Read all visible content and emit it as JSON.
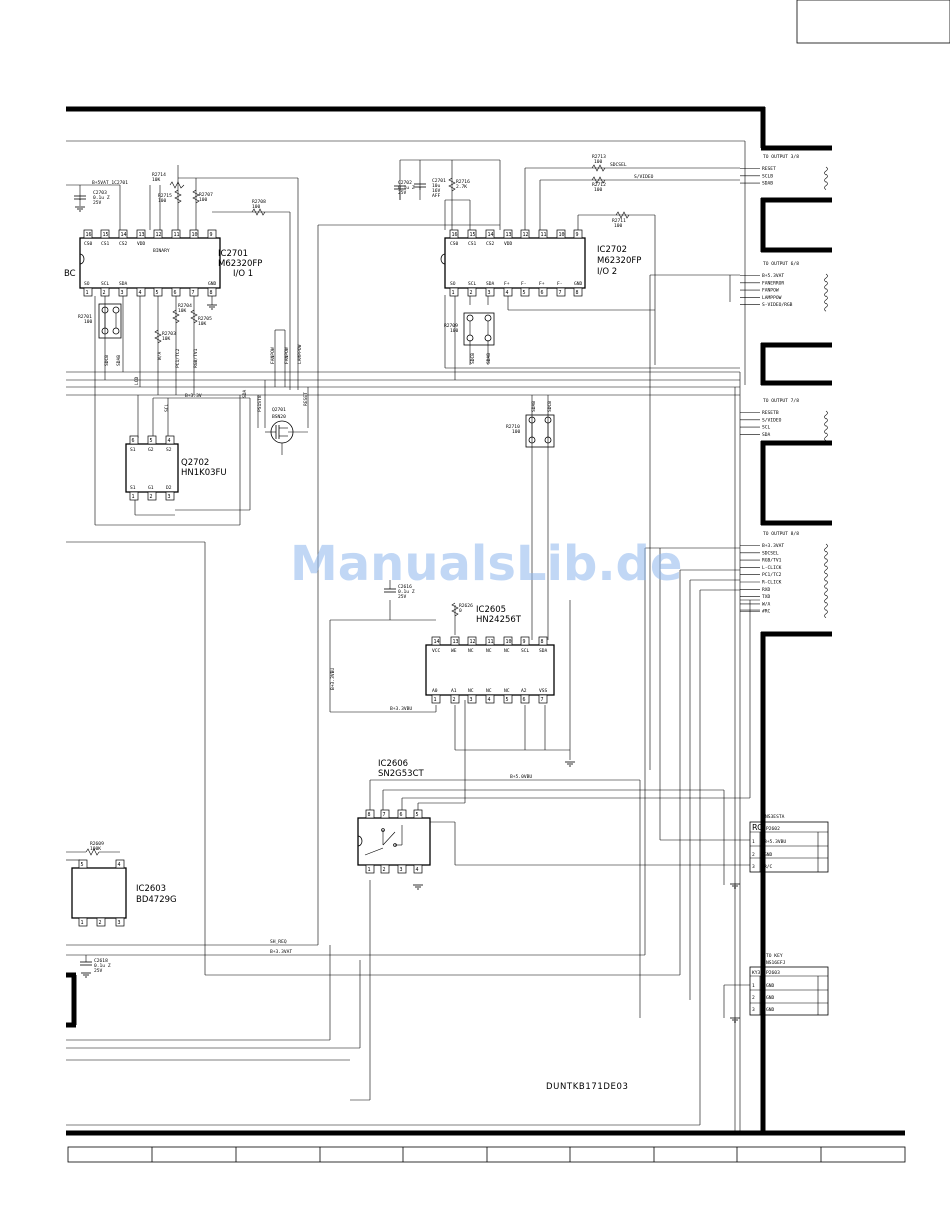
{
  "watermark": "ManualsLib.de",
  "drawing_code": "DUNTKB171DE03",
  "ics": [
    {
      "ref": "IC2701",
      "part": "M62320FP",
      "func": "I/O 1",
      "name_pin": "BINARY",
      "top_pins": [
        "CS0",
        "CS1",
        "CS2",
        "VDD",
        "",
        "",
        "",
        ""
      ],
      "bot_pins": [
        "SO",
        "SCL",
        "SDA",
        "",
        "",
        "",
        "",
        "GND"
      ],
      "top_nums": [
        "16",
        "15",
        "14",
        "13",
        "12",
        "11",
        "10",
        "9"
      ],
      "bot_nums": [
        "1",
        "2",
        "3",
        "4",
        "5",
        "6",
        "7",
        "8"
      ]
    },
    {
      "ref": "IC2702",
      "part": "M62320FP",
      "func": "I/O 2",
      "top_pins": [
        "CS0",
        "CS1",
        "CS2",
        "VDD",
        "",
        "",
        "",
        ""
      ],
      "bot_pins": [
        "SO",
        "SCL",
        "SDA",
        "F+",
        "F-",
        "F+",
        "F-",
        "GND"
      ],
      "top_nums": [
        "16",
        "15",
        "14",
        "13",
        "12",
        "11",
        "10",
        "9"
      ],
      "bot_nums": [
        "1",
        "2",
        "3",
        "4",
        "5",
        "6",
        "7",
        "8"
      ]
    },
    {
      "ref": "IC2605",
      "part": "HN24256T",
      "top_pins": [
        "VCC",
        "WE",
        "NC",
        "NC",
        "NC",
        "SCL",
        "SDA"
      ],
      "bot_pins": [
        "A0",
        "A1",
        "NC",
        "NC",
        "NC",
        "A2",
        "VSS"
      ],
      "top_nums": [
        "14",
        "13",
        "12",
        "11",
        "10",
        "9",
        "8"
      ],
      "bot_nums": [
        "1",
        "2",
        "3",
        "4",
        "5",
        "6",
        "7"
      ]
    },
    {
      "ref": "IC2606",
      "part": "SN2G53CT",
      "top_nums": [
        "8",
        "7",
        "6",
        "5"
      ],
      "bot_nums": [
        "1",
        "2",
        "3",
        "4"
      ]
    },
    {
      "ref": "IC2603",
      "part": "BD4729G",
      "top_nums": [
        "5",
        "",
        "4"
      ],
      "bot_nums": [
        "1",
        "2",
        "3"
      ]
    },
    {
      "ref": "Q2702",
      "part": "HN1K03FU",
      "top_pins": [
        "S1",
        "G2",
        "S2"
      ],
      "bot_pins": [
        "S1",
        "G1",
        "D2"
      ],
      "top_nums": [
        "6",
        "5",
        "4"
      ],
      "bot_nums": [
        "1",
        "2",
        "3"
      ]
    },
    {
      "ref": "Q2701",
      "part": "BSN20"
    }
  ],
  "components": {
    "c2703": [
      "C2703",
      "0.1u Z",
      "25V"
    ],
    "c2702": [
      "C2702",
      "0.1u Z",
      "25V"
    ],
    "c2701": [
      "C2701",
      "10u",
      "16V",
      "AFF"
    ],
    "c2616": [
      "C2616",
      "0.1u Z",
      "25V"
    ],
    "c2618": [
      "C2618",
      "0.1u Z",
      "25V"
    ],
    "r2714": [
      "R2714",
      "10K"
    ],
    "r2715": [
      "R2715",
      "100"
    ],
    "r2707": [
      "R2707",
      "100"
    ],
    "r2708": [
      "R2708",
      "100"
    ],
    "r2701": [
      "R2701",
      "100"
    ],
    "r2703": [
      "R2703",
      "10K"
    ],
    "r2704": [
      "R2704",
      "10K"
    ],
    "r2705": [
      "R2705",
      "10K"
    ],
    "r2713": [
      "R2713",
      "100"
    ],
    "r2712": [
      "R2712",
      "100"
    ],
    "r2711": [
      "R2711",
      "100"
    ],
    "r2716": [
      "R2716",
      "2.7K"
    ],
    "r2709": [
      "R2709",
      "100"
    ],
    "r2710": [
      "R2710",
      "100"
    ],
    "r2626": [
      "R2626",
      "0"
    ],
    "r2609": [
      "R2609",
      "100K"
    ]
  },
  "nets": {
    "b5vat": "B+5VAT_1C2701",
    "b33v": "B+3.3V",
    "b33vbu": "B+3.3VBU",
    "b50vbu": "B+5.0VBU",
    "b33vat": "B+3.3VAT",
    "sh_req": "SH_REQ",
    "sdcsel": "SDCSEL",
    "svideo": "S/VIDEO"
  },
  "vert_labels": {
    "sdcb": "SDCB",
    "sdab": "SDAB",
    "lcd": "LCD",
    "sda": "SDA",
    "scl": "SCL",
    "wa": "W/A",
    "pcltc2": "PC1/TC2",
    "rgbtv1": "RGB/TV1",
    "fanpow": "FANPOW",
    "fanpow2": "FANPOW",
    "lamppow": "LAMPPOW",
    "psteta": "PS1ST8",
    "reset": "RESET",
    "sdcb2": "SDCB",
    "sdab2": "SDAB",
    "sdab3": "SDAB",
    "sdcb3": "SDCB",
    "b33vbu_v": "B+3.3VBU"
  },
  "outputs": [
    {
      "title": "TO OUTPUT 3/8",
      "signals": [
        "RESET",
        "SCLB",
        "SDAB"
      ]
    },
    {
      "title": "TO OUTPUT 6/8",
      "signals": [
        "B+5.3VAT",
        "FANERROR",
        "FANPOW",
        "LAMPPOW",
        "S-VIDEO/RGB"
      ]
    },
    {
      "title": "TO OUTPUT 7/8",
      "signals": [
        "RESETB",
        "S/VIDEO",
        "SCL",
        "SDA"
      ]
    },
    {
      "title": "TO OUTPUT 8/8",
      "signals": [
        "B+3.3VAT",
        "SDCSEL",
        "RGB/TV1",
        "L-CLICK",
        "PC1/TC2",
        "R-CLICK",
        "RXD",
        "TXD",
        "W/A",
        "#RC"
      ]
    }
  ],
  "connectors": {
    "rc": {
      "code": "NS3ESTA",
      "ref": "RC",
      "part": "P2602",
      "rows": [
        [
          "1",
          "B+5.3VBU"
        ],
        [
          "2",
          "GND"
        ],
        [
          "3",
          "R/C"
        ]
      ]
    },
    "ky": {
      "title": "TO KEY",
      "code": "NS16EFJ",
      "ref": "KY3",
      "part": "P2603",
      "rows": [
        [
          "1",
          "GND"
        ],
        [
          "2",
          "GND"
        ],
        [
          "3",
          "GND"
        ]
      ]
    }
  },
  "edge_labels": {
    "bc": "BC"
  },
  "colors": {
    "ink": "#000000",
    "watermark": "#8fb8ee",
    "paper": "#ffffff"
  }
}
